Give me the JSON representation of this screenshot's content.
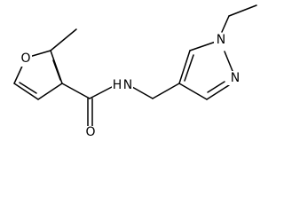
{
  "diagram": {
    "type": "chemical-structure",
    "atoms": {
      "furan_oxygen": "O",
      "amide_nitrogen": "N",
      "amide_hydrogen": "H",
      "carbonyl_oxygen": "O",
      "pyrazole_n1": "N",
      "pyrazole_n2": "N"
    },
    "colors": {
      "bond": "#000000",
      "label": "#000000",
      "background": "#ffffff"
    }
  }
}
